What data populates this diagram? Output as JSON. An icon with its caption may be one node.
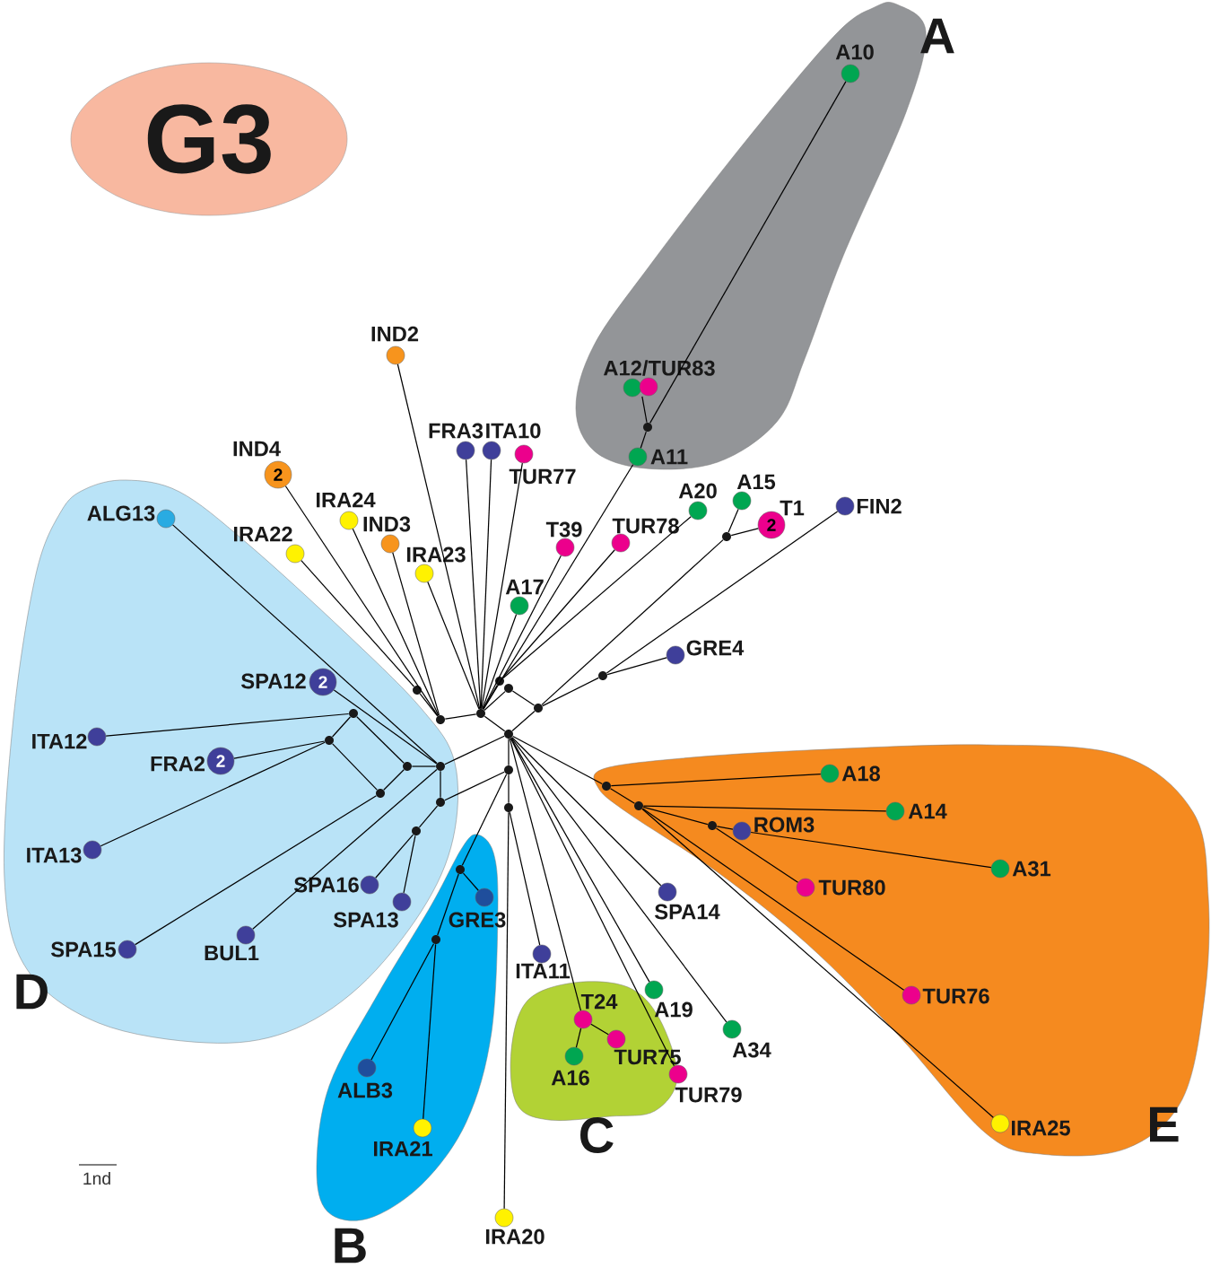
{
  "diagram": {
    "nodes": [
      {
        "text": [
          "G3"
        ]
      },
      {
        "text": [
          "A"
        ]
      },
      {
        "text": [
          "D"
        ]
      },
      {
        "text": [
          "B"
        ]
      },
      {
        "text": [
          "C"
        ]
      },
      {
        "text": [
          "E"
        ]
      },
      {
        "text": [
          "A10"
        ],
        "in": 1
      },
      {
        "text": [
          "A12/TUR83"
        ],
        "in": 1
      },
      {
        "text": [],
        "shape": "circle",
        "in": 1
      },
      {
        "text": [
          "A11"
        ],
        "in": 1
      },
      {
        "text": [
          "IND2"
        ]
      },
      {
        "text": [
          "IND4",
          "2"
        ]
      },
      {
        "text": [
          "FRA3"
        ]
      },
      {
        "text": [
          "ITA10"
        ]
      },
      {
        "text": [
          "TUR77"
        ]
      },
      {
        "text": [
          "IRA24"
        ]
      },
      {
        "text": [
          "IND3"
        ]
      },
      {
        "text": [
          "IRA22"
        ]
      },
      {
        "text": [
          "IRA23"
        ]
      },
      {
        "text": [
          "ALG13"
        ],
        "in": 2
      },
      {
        "text": [
          "T39"
        ]
      },
      {
        "text": [
          "TUR78"
        ]
      },
      {
        "text": [
          "A20"
        ]
      },
      {
        "text": [
          "A15"
        ]
      },
      {
        "text": [
          "T1",
          "2"
        ]
      },
      {
        "text": [
          "FIN2"
        ]
      },
      {
        "text": [
          "A17"
        ]
      },
      {
        "text": [
          "GRE4"
        ]
      },
      {
        "text": [
          "SPA12",
          "2"
        ],
        "in": 2
      },
      {
        "text": [
          "ITA12"
        ],
        "in": 2
      },
      {
        "text": [
          "FRA2",
          "2"
        ],
        "in": 2
      },
      {
        "text": [
          "ITA13"
        ],
        "in": 2
      },
      {
        "text": [
          "SPA16"
        ],
        "in": 2
      },
      {
        "text": [
          "SPA13"
        ],
        "in": 2
      },
      {
        "text": [
          "BUL1"
        ],
        "in": 2
      },
      {
        "text": [
          "SPA15"
        ],
        "in": 2
      },
      {
        "text": [
          "GRE3"
        ],
        "in": 3
      },
      {
        "text": [
          "ALB3"
        ],
        "in": 3
      },
      {
        "text": [
          "IRA21"
        ],
        "in": 3
      },
      {
        "text": [
          "IRA20"
        ]
      },
      {
        "text": [
          "ITA11"
        ]
      },
      {
        "text": [
          "T24"
        ],
        "in": 4
      },
      {
        "text": [
          "TUR75"
        ],
        "in": 4
      },
      {
        "text": [
          "A16"
        ],
        "in": 4
      },
      {
        "text": [
          "A19"
        ]
      },
      {
        "text": [
          "A34"
        ]
      },
      {
        "text": [
          "TUR79"
        ]
      },
      {
        "text": [
          "SPA14"
        ]
      },
      {
        "text": [
          "A18"
        ],
        "in": 5
      },
      {
        "text": [
          "A14"
        ],
        "in": 5
      },
      {
        "text": [
          "ROM3"
        ],
        "in": 5
      },
      {
        "text": [
          "A31"
        ],
        "in": 5
      },
      {
        "text": [
          "TUR80"
        ],
        "in": 5
      },
      {
        "text": [
          "TUR76"
        ],
        "in": 5
      },
      {
        "text": [
          "IRA25"
        ],
        "in": 5
      },
      {
        "text": [],
        "shape": "circle"
      },
      {
        "text": [],
        "shape": "circle"
      },
      {
        "text": [],
        "shape": "circle"
      },
      {
        "text": [],
        "shape": "circle"
      },
      {
        "text": [],
        "shape": "circle"
      },
      {
        "text": [],
        "shape": "circle"
      },
      {
        "text": [],
        "shape": "circle"
      },
      {
        "text": [],
        "shape": "circle"
      },
      {
        "text": [],
        "shape": "circle"
      },
      {
        "text": [],
        "shape": "circle",
        "in": 2
      },
      {
        "text": [],
        "shape": "circle",
        "in": 2
      },
      {
        "text": [],
        "shape": "circle",
        "in": 2
      },
      {
        "text": [],
        "shape": "circle"
      },
      {
        "text": [],
        "shape": "circle"
      },
      {
        "text": [],
        "shape": "circle",
        "in": 2
      },
      {
        "text": [],
        "shape": "circle",
        "in": 2
      },
      {
        "text": [],
        "shape": "circle",
        "in": 2
      },
      {
        "text": [],
        "shape": "circle",
        "in": 2
      },
      {
        "text": [],
        "shape": "circle",
        "in": 3
      },
      {
        "text": [],
        "shape": "circle",
        "in": 3
      },
      {
        "text": [],
        "shape": "circle",
        "in": 5
      },
      {
        "text": [],
        "shape": "circle",
        "in": 5
      },
      {
        "text": [],
        "shape": "circle",
        "in": 5
      }
    ],
    "edges": [
      {
        "from": 6,
        "to": 8,
        "arrow": "none"
      },
      {
        "from": 7,
        "to": 8,
        "arrow": "none"
      },
      {
        "from": 8,
        "to": 9,
        "arrow": "none"
      },
      {
        "from": 9,
        "to": 57,
        "arrow": "none"
      },
      {
        "from": 10,
        "to": 57,
        "arrow": "none"
      },
      {
        "from": 12,
        "to": 57,
        "arrow": "none"
      },
      {
        "from": 13,
        "to": 57,
        "arrow": "none"
      },
      {
        "from": 14,
        "to": 57,
        "arrow": "none"
      },
      {
        "from": 18,
        "to": 57,
        "arrow": "none"
      },
      {
        "from": 20,
        "to": 57,
        "arrow": "none"
      },
      {
        "from": 26,
        "to": 57,
        "arrow": "none"
      },
      {
        "from": 56,
        "to": 57,
        "arrow": "none"
      },
      {
        "from": 55,
        "to": 56,
        "arrow": "none"
      },
      {
        "from": 17,
        "to": 55,
        "arrow": "none"
      },
      {
        "from": 11,
        "to": 56,
        "arrow": "none"
      },
      {
        "from": 15,
        "to": 56,
        "arrow": "none"
      },
      {
        "from": 16,
        "to": 56,
        "arrow": "none"
      },
      {
        "from": 58,
        "to": 57,
        "arrow": "none"
      },
      {
        "from": 58,
        "to": 21,
        "arrow": "none"
      },
      {
        "from": 58,
        "to": 22,
        "arrow": "none"
      },
      {
        "from": 59,
        "to": 57,
        "arrow": "none"
      },
      {
        "from": 59,
        "to": 60,
        "arrow": "none"
      },
      {
        "from": 60,
        "to": 62,
        "arrow": "none"
      },
      {
        "from": 60,
        "to": 63,
        "arrow": "none"
      },
      {
        "from": 60,
        "to": 61,
        "arrow": "none"
      },
      {
        "from": 62,
        "to": 27,
        "arrow": "none"
      },
      {
        "from": 62,
        "to": 25,
        "arrow": "none"
      },
      {
        "from": 63,
        "to": 23,
        "arrow": "none"
      },
      {
        "from": 63,
        "to": 24,
        "arrow": "none"
      },
      {
        "from": 61,
        "to": 57,
        "arrow": "none"
      },
      {
        "from": 61,
        "to": 64,
        "arrow": "none"
      },
      {
        "from": 61,
        "to": 67,
        "arrow": "none"
      },
      {
        "from": 61,
        "to": 47,
        "arrow": "none"
      },
      {
        "from": 61,
        "to": 44,
        "arrow": "none"
      },
      {
        "from": 61,
        "to": 45,
        "arrow": "none"
      },
      {
        "from": 61,
        "to": 46,
        "arrow": "none"
      },
      {
        "from": 61,
        "to": 41,
        "arrow": "none"
      },
      {
        "from": 61,
        "to": 75,
        "arrow": "none"
      },
      {
        "from": 64,
        "to": 19,
        "arrow": "none"
      },
      {
        "from": 64,
        "to": 28,
        "arrow": "none"
      },
      {
        "from": 64,
        "to": 65,
        "arrow": "none"
      },
      {
        "from": 64,
        "to": 66,
        "arrow": "none"
      },
      {
        "from": 64,
        "to": 34,
        "arrow": "none"
      },
      {
        "from": 65,
        "to": 69,
        "arrow": "none"
      },
      {
        "from": 65,
        "to": 70,
        "arrow": "none"
      },
      {
        "from": 69,
        "to": 35,
        "arrow": "none"
      },
      {
        "from": 69,
        "to": 71,
        "arrow": "none"
      },
      {
        "from": 70,
        "to": 71,
        "arrow": "none"
      },
      {
        "from": 70,
        "to": 29,
        "arrow": "none"
      },
      {
        "from": 71,
        "to": 30,
        "arrow": "none"
      },
      {
        "from": 71,
        "to": 31,
        "arrow": "none"
      },
      {
        "from": 66,
        "to": 67,
        "arrow": "none"
      },
      {
        "from": 66,
        "to": 72,
        "arrow": "none"
      },
      {
        "from": 72,
        "to": 32,
        "arrow": "none"
      },
      {
        "from": 72,
        "to": 33,
        "arrow": "none"
      },
      {
        "from": 67,
        "to": 68,
        "arrow": "none"
      },
      {
        "from": 67,
        "to": 73,
        "arrow": "none"
      },
      {
        "from": 68,
        "to": 39,
        "arrow": "none"
      },
      {
        "from": 68,
        "to": 40,
        "arrow": "none"
      },
      {
        "from": 73,
        "to": 36,
        "arrow": "none"
      },
      {
        "from": 73,
        "to": 74,
        "arrow": "none"
      },
      {
        "from": 74,
        "to": 37,
        "arrow": "none"
      },
      {
        "from": 74,
        "to": 38,
        "arrow": "none"
      },
      {
        "from": 41,
        "to": 42,
        "arrow": "none"
      },
      {
        "from": 41,
        "to": 43,
        "arrow": "none"
      },
      {
        "from": 75,
        "to": 48,
        "arrow": "none"
      },
      {
        "from": 75,
        "to": 76,
        "arrow": "none"
      },
      {
        "from": 76,
        "to": 49,
        "arrow": "none"
      },
      {
        "from": 76,
        "to": 77,
        "arrow": "none"
      },
      {
        "from": 76,
        "to": 53,
        "arrow": "none"
      },
      {
        "from": 76,
        "to": 54,
        "arrow": "none"
      },
      {
        "from": 77,
        "to": 50,
        "arrow": "none"
      },
      {
        "from": 77,
        "to": 52,
        "arrow": "none"
      },
      {
        "from": 50,
        "to": 51,
        "arrow": "none"
      }
    ],
    "labels": [
      "1nd"
    ]
  }
}
